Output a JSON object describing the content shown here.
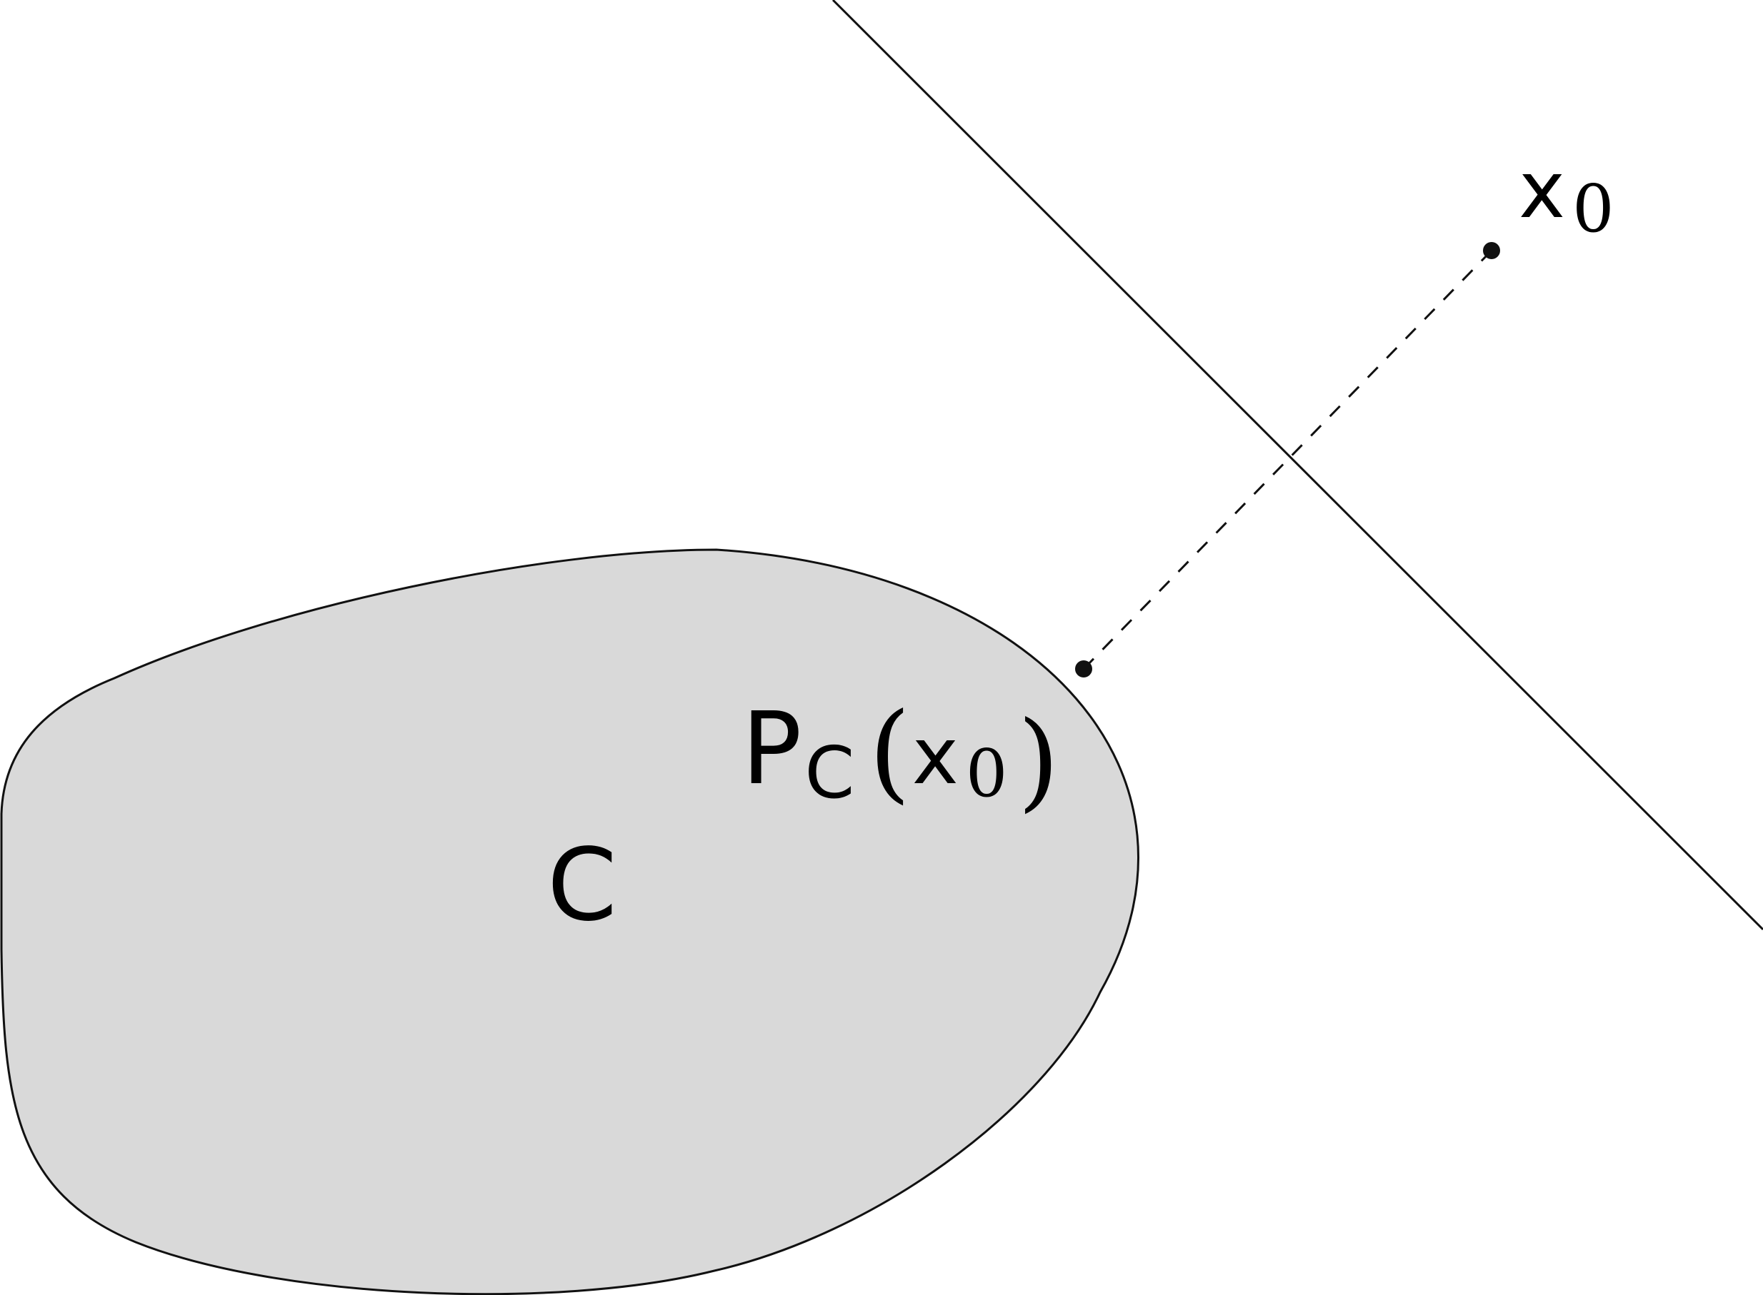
{
  "colors": {
    "set_fill": "#d9d9d9",
    "stroke": "#111111",
    "background": "#ffffff"
  },
  "labels": {
    "set_name": "C",
    "point": {
      "var": "x",
      "sub": "0"
    },
    "projection": {
      "fn": "P",
      "fn_sub": "C",
      "open_paren": "(",
      "var": "x",
      "var_sub": "0",
      "close_paren": ")"
    }
  }
}
